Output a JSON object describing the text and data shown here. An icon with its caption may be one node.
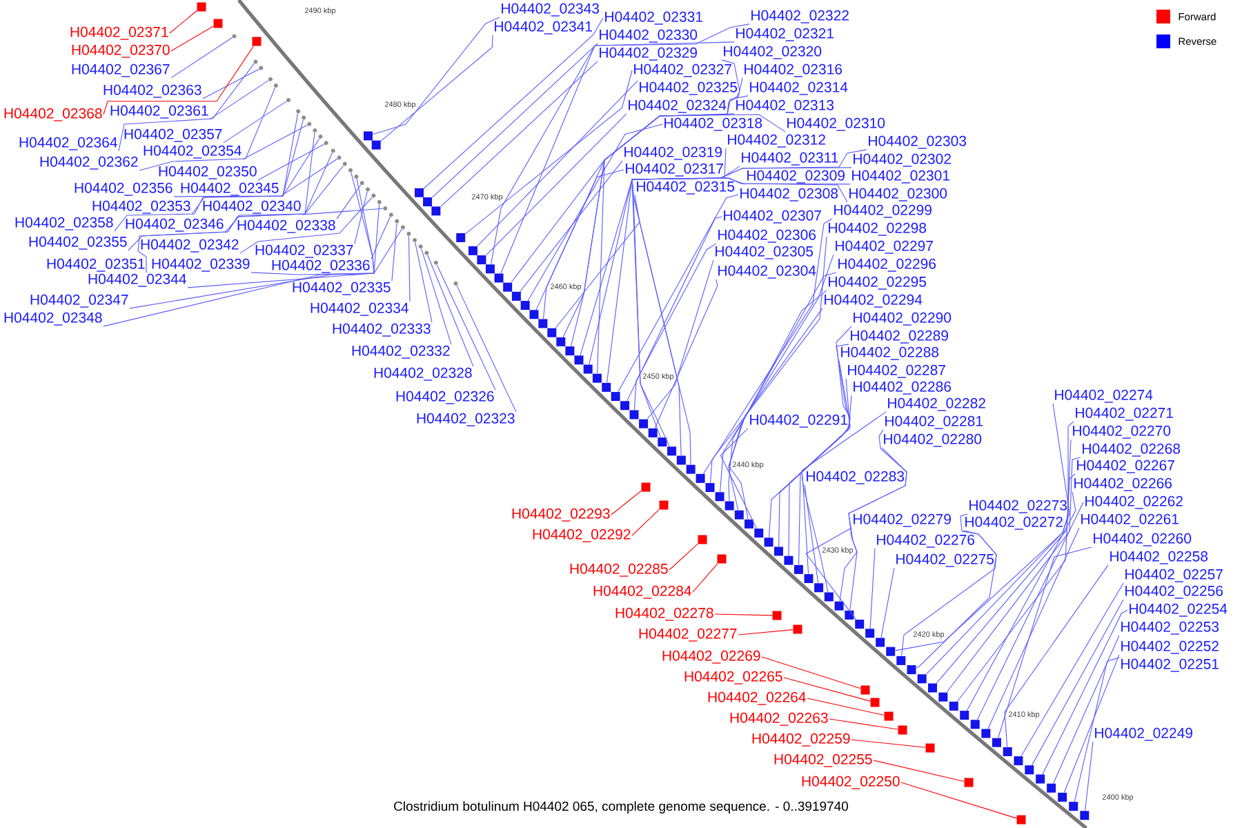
{
  "diagram": {
    "caption": "Clostridium botulinum H04402 065, complete genome sequence. - 0..3919740",
    "nodes": [
      {
        "text": [
          "H04402_02371"
        ]
      },
      {
        "text": [
          "H04402_02370"
        ]
      },
      {
        "text": [
          "H04402_02367"
        ]
      },
      {
        "text": [
          "H04402_02363"
        ]
      },
      {
        "text": [
          "H04402_02368"
        ]
      },
      {
        "text": [
          "H04402_02361"
        ]
      },
      {
        "text": [
          "H04402_02357"
        ]
      },
      {
        "text": [
          "H04402_02364"
        ]
      },
      {
        "text": [
          "H04402_02354"
        ]
      },
      {
        "text": [
          "H04402_02362"
        ]
      },
      {
        "text": [
          "H04402_02350"
        ]
      },
      {
        "text": [
          "H04402_02356"
        ]
      },
      {
        "text": [
          "H04402_02345"
        ]
      },
      {
        "text": [
          "H04402_02353"
        ]
      },
      {
        "text": [
          "H04402_02340"
        ]
      },
      {
        "text": [
          "H04402_02358"
        ]
      },
      {
        "text": [
          "H04402_02346"
        ]
      },
      {
        "text": [
          "H04402_02338"
        ]
      },
      {
        "text": [
          "H04402_02355"
        ]
      },
      {
        "text": [
          "H04402_02342"
        ]
      },
      {
        "text": [
          "H04402_02337"
        ]
      },
      {
        "text": [
          "H04402_02351"
        ]
      },
      {
        "text": [
          "H04402_02339"
        ]
      },
      {
        "text": [
          "H04402_02336"
        ]
      },
      {
        "text": [
          "H04402_02344"
        ]
      },
      {
        "text": [
          "H04402_02335"
        ]
      },
      {
        "text": [
          "H04402_02347"
        ]
      },
      {
        "text": [
          "H04402_02334"
        ]
      },
      {
        "text": [
          "H04402_02348"
        ]
      },
      {
        "text": [
          "H04402_02333"
        ]
      },
      {
        "text": [
          "H04402_02332"
        ]
      },
      {
        "text": [
          "H04402_02328"
        ]
      },
      {
        "text": [
          "H04402_02326"
        ]
      },
      {
        "text": [
          "H04402_02323"
        ]
      },
      {
        "text": [
          "H04402_02343"
        ]
      },
      {
        "text": [
          "H04402_02341"
        ]
      },
      {
        "text": [
          "H04402_02331"
        ]
      },
      {
        "text": [
          "H04402_02330"
        ]
      },
      {
        "text": [
          "H04402_02329"
        ]
      },
      {
        "text": [
          "H04402_02322"
        ]
      },
      {
        "text": [
          "H04402_02321"
        ]
      },
      {
        "text": [
          "H04402_02320"
        ]
      },
      {
        "text": [
          "H04402_02327"
        ]
      },
      {
        "text": [
          "H04402_02316"
        ]
      },
      {
        "text": [
          "H04402_02325"
        ]
      },
      {
        "text": [
          "H04402_02314"
        ]
      },
      {
        "text": [
          "H04402_02324"
        ]
      },
      {
        "text": [
          "H04402_02313"
        ]
      },
      {
        "text": [
          "H04402_02318"
        ]
      },
      {
        "text": [
          "H04402_02310"
        ]
      },
      {
        "text": [
          "H04402_02312"
        ]
      },
      {
        "text": [
          "H04402_02303"
        ]
      },
      {
        "text": [
          "H04402_02319"
        ]
      },
      {
        "text": [
          "H04402_02311"
        ]
      },
      {
        "text": [
          "H04402_02302"
        ]
      },
      {
        "text": [
          "H04402_02317"
        ]
      },
      {
        "text": [
          "H04402_02309"
        ]
      },
      {
        "text": [
          "H04402_02301"
        ]
      },
      {
        "text": [
          "H04402_02315"
        ]
      },
      {
        "text": [
          "H04402_02308"
        ]
      },
      {
        "text": [
          "H04402_02300"
        ]
      },
      {
        "text": [
          "H04402_02307"
        ]
      },
      {
        "text": [
          "H04402_02299"
        ]
      },
      {
        "text": [
          "H04402_02306"
        ]
      },
      {
        "text": [
          "H04402_02298"
        ]
      },
      {
        "text": [
          "H04402_02305"
        ]
      },
      {
        "text": [
          "H04402_02297"
        ]
      },
      {
        "text": [
          "H04402_02304"
        ]
      },
      {
        "text": [
          "H04402_02296"
        ]
      },
      {
        "text": [
          "H04402_02295"
        ]
      },
      {
        "text": [
          "H04402_02294"
        ]
      },
      {
        "text": [
          "H04402_02290"
        ]
      },
      {
        "text": [
          "H04402_02289"
        ]
      },
      {
        "text": [
          "H04402_02288"
        ]
      },
      {
        "text": [
          "H04402_02287"
        ]
      },
      {
        "text": [
          "H04402_02286"
        ]
      },
      {
        "text": [
          "H04402_02282"
        ]
      },
      {
        "text": [
          "H04402_02291"
        ]
      },
      {
        "text": [
          "H04402_02281"
        ]
      },
      {
        "text": [
          "H04402_02280"
        ]
      },
      {
        "text": [
          "H04402_02274"
        ]
      },
      {
        "text": [
          "H04402_02271"
        ]
      },
      {
        "text": [
          "H04402_02270"
        ]
      },
      {
        "text": [
          "H04402_02268"
        ]
      },
      {
        "text": [
          "H04402_02267"
        ]
      },
      {
        "text": [
          "H04402_02283"
        ]
      },
      {
        "text": [
          "H04402_02266"
        ]
      },
      {
        "text": [
          "H04402_02262"
        ]
      },
      {
        "text": [
          "H04402_02273"
        ]
      },
      {
        "text": [
          "H04402_02279"
        ]
      },
      {
        "text": [
          "H04402_02261"
        ]
      },
      {
        "text": [
          "H04402_02272"
        ]
      },
      {
        "text": [
          "H04402_02276"
        ]
      },
      {
        "text": [
          "H04402_02260"
        ]
      },
      {
        "text": [
          "H04402_02275"
        ]
      },
      {
        "text": [
          "H04402_02258"
        ]
      },
      {
        "text": [
          "H04402_02257"
        ]
      },
      {
        "text": [
          "H04402_02256"
        ]
      },
      {
        "text": [
          "H04402_02254"
        ]
      },
      {
        "text": [
          "H04402_02253"
        ]
      },
      {
        "text": [
          "H04402_02252"
        ]
      },
      {
        "text": [
          "H04402_02251"
        ]
      },
      {
        "text": [
          "H04402_02249"
        ]
      },
      {
        "text": [
          "H04402_02293"
        ]
      },
      {
        "text": [
          "H04402_02292"
        ]
      },
      {
        "text": [
          "H04402_02285"
        ]
      },
      {
        "text": [
          "H04402_02284"
        ]
      },
      {
        "text": [
          "H04402_02278"
        ]
      },
      {
        "text": [
          "H04402_02277"
        ]
      },
      {
        "text": [
          "H04402_02269"
        ]
      },
      {
        "text": [
          "H04402_02265"
        ]
      },
      {
        "text": [
          "H04402_02264"
        ]
      },
      {
        "text": [
          "H04402_02263"
        ]
      },
      {
        "text": [
          "H04402_02259"
        ]
      },
      {
        "text": [
          "H04402_02255"
        ]
      },
      {
        "text": [
          "H04402_02250"
        ]
      },
      {
        "text": [],
        "shape": "box"
      },
      {
        "text": [],
        "shape": "box"
      },
      {
        "text": [],
        "shape": "box"
      },
      {
        "text": [],
        "shape": "circle"
      },
      {
        "text": [],
        "shape": "circle"
      },
      {
        "text": [],
        "shape": "circle"
      },
      {
        "text": [],
        "shape": "circle"
      },
      {
        "text": [],
        "shape": "circle"
      },
      {
        "text": [],
        "shape": "circle"
      },
      {
        "text": [],
        "shape": "circle"
      },
      {
        "text": [],
        "shape": "circle"
      },
      {
        "text": [],
        "shape": "circle"
      },
      {
        "text": [],
        "shape": "circle"
      },
      {
        "text": [],
        "shape": "circle"
      },
      {
        "text": [],
        "shape": "circle"
      },
      {
        "text": [],
        "shape": "circle"
      },
      {
        "text": [],
        "shape": "circle"
      },
      {
        "text": [],
        "shape": "circle"
      },
      {
        "text": [],
        "shape": "circle"
      },
      {
        "text": [],
        "shape": "circle"
      },
      {
        "text": [],
        "shape": "circle"
      },
      {
        "text": [],
        "shape": "box"
      },
      {
        "text": [],
        "shape": "circle"
      },
      {
        "text": [],
        "shape": "box"
      },
      {
        "text": [],
        "shape": "circle"
      },
      {
        "text": [],
        "shape": "circle"
      },
      {
        "text": [],
        "shape": "circle"
      },
      {
        "text": [],
        "shape": "circle"
      },
      {
        "text": [],
        "shape": "circle"
      },
      {
        "text": [],
        "shape": "circle"
      },
      {
        "text": [],
        "shape": "circle"
      },
      {
        "text": [],
        "shape": "circle"
      },
      {
        "text": [],
        "shape": "circle"
      },
      {
        "text": [],
        "shape": "box"
      },
      {
        "text": [],
        "shape": "box"
      },
      {
        "text": [],
        "shape": "box"
      },
      {
        "text": [],
        "shape": "circle"
      },
      {
        "text": [],
        "shape": "box"
      },
      {
        "text": [],
        "shape": "circle"
      },
      {
        "text": [],
        "shape": "box"
      },
      {
        "text": [],
        "shape": "box"
      },
      {
        "text": [],
        "shape": "circle"
      },
      {
        "text": [],
        "shape": "box"
      },
      {
        "text": [],
        "shape": "box"
      },
      {
        "text": [],
        "shape": "box"
      },
      {
        "text": [],
        "shape": "box"
      },
      {
        "text": [],
        "shape": "box"
      },
      {
        "text": [],
        "shape": "box"
      },
      {
        "text": [],
        "shape": "box"
      },
      {
        "text": [],
        "shape": "box"
      },
      {
        "text": [],
        "shape": "box"
      },
      {
        "text": [],
        "shape": "box"
      },
      {
        "text": [],
        "shape": "box"
      },
      {
        "text": [],
        "shape": "box"
      },
      {
        "text": [],
        "shape": "box"
      },
      {
        "text": [],
        "shape": "box"
      },
      {
        "text": [],
        "shape": "box"
      },
      {
        "text": [],
        "shape": "box"
      },
      {
        "text": [],
        "shape": "box"
      },
      {
        "text": [],
        "shape": "box"
      },
      {
        "text": [],
        "shape": "box"
      },
      {
        "text": [],
        "shape": "box"
      },
      {
        "text": [],
        "shape": "box"
      },
      {
        "text": [],
        "shape": "box"
      },
      {
        "text": [],
        "shape": "box"
      },
      {
        "text": [],
        "shape": "box"
      },
      {
        "text": [],
        "shape": "box"
      },
      {
        "text": [],
        "shape": "box"
      },
      {
        "text": [],
        "shape": "box"
      },
      {
        "text": [],
        "shape": "box"
      },
      {
        "text": [],
        "shape": "box"
      },
      {
        "text": [],
        "shape": "box"
      },
      {
        "text": [],
        "shape": "box"
      },
      {
        "text": [],
        "shape": "box"
      },
      {
        "text": [],
        "shape": "box"
      },
      {
        "text": [],
        "shape": "box"
      },
      {
        "text": [],
        "shape": "box"
      },
      {
        "text": [],
        "shape": "box"
      },
      {
        "text": [],
        "shape": "box"
      },
      {
        "text": [],
        "shape": "box"
      },
      {
        "text": [],
        "shape": "box"
      },
      {
        "text": [],
        "shape": "box"
      },
      {
        "text": [],
        "shape": "box"
      },
      {
        "text": [],
        "shape": "box"
      },
      {
        "text": [],
        "shape": "box"
      },
      {
        "text": [],
        "shape": "box"
      },
      {
        "text": [],
        "shape": "box"
      },
      {
        "text": [],
        "shape": "box"
      },
      {
        "text": [],
        "shape": "box"
      },
      {
        "text": [],
        "shape": "box"
      },
      {
        "text": [],
        "shape": "box"
      },
      {
        "text": [],
        "shape": "box"
      },
      {
        "text": [],
        "shape": "box"
      },
      {
        "text": [],
        "shape": "box"
      },
      {
        "text": [],
        "shape": "box"
      },
      {
        "text": [],
        "shape": "box"
      },
      {
        "text": [],
        "shape": "box"
      },
      {
        "text": [],
        "shape": "box"
      },
      {
        "text": [],
        "shape": "box"
      },
      {
        "text": [],
        "shape": "box"
      },
      {
        "text": [],
        "shape": "box"
      },
      {
        "text": [],
        "shape": "box"
      },
      {
        "text": [],
        "shape": "box"
      },
      {
        "text": [],
        "shape": "box"
      },
      {
        "text": [],
        "shape": "box"
      },
      {
        "text": [],
        "shape": "box"
      },
      {
        "text": [],
        "shape": "box"
      },
      {
        "text": [],
        "shape": "box"
      },
      {
        "text": [],
        "shape": "box"
      },
      {
        "text": [],
        "shape": "box"
      },
      {
        "text": [],
        "shape": "box"
      },
      {
        "text": [],
        "shape": "box"
      },
      {
        "text": [],
        "shape": "box"
      },
      {
        "text": [],
        "shape": "box"
      },
      {
        "text": [],
        "shape": "box"
      },
      {
        "text": [],
        "shape": "box"
      }
    ],
    "edges": [
      {
        "from": 0,
        "to": 116,
        "arrow": "none",
        "color": "#ff0000"
      },
      {
        "from": 1,
        "to": 117,
        "arrow": "none",
        "color": "#ff0000"
      },
      {
        "from": 2,
        "to": 119,
        "arrow": "none"
      },
      {
        "from": 3,
        "to": 121,
        "arrow": "none"
      },
      {
        "from": 4,
        "to": 118,
        "arrow": "none",
        "color": "#ff0000"
      },
      {
        "from": 5,
        "to": 123,
        "arrow": "none"
      },
      {
        "from": 6,
        "to": 125,
        "arrow": "none"
      },
      {
        "from": 7,
        "to": 120,
        "arrow": "none"
      },
      {
        "from": 8,
        "to": 128,
        "arrow": "none"
      },
      {
        "from": 9,
        "to": 122,
        "arrow": "none"
      },
      {
        "from": 10,
        "to": 131,
        "arrow": "none"
      },
      {
        "from": 11,
        "to": 126,
        "arrow": "none"
      },
      {
        "from": 12,
        "to": 135,
        "arrow": "none"
      },
      {
        "from": 13,
        "to": 129,
        "arrow": "none"
      },
      {
        "from": 14,
        "to": 140,
        "arrow": "none"
      },
      {
        "from": 15,
        "to": 124,
        "arrow": "none"
      },
      {
        "from": 16,
        "to": 134,
        "arrow": "none"
      },
      {
        "from": 17,
        "to": 142,
        "arrow": "none"
      },
      {
        "from": 18,
        "to": 127,
        "arrow": "none"
      },
      {
        "from": 19,
        "to": 138,
        "arrow": "none"
      },
      {
        "from": 20,
        "to": 143,
        "arrow": "none"
      },
      {
        "from": 21,
        "to": 130,
        "arrow": "none"
      },
      {
        "from": 22,
        "to": 141,
        "arrow": "none"
      },
      {
        "from": 23,
        "to": 144,
        "arrow": "none"
      },
      {
        "from": 24,
        "to": 136,
        "arrow": "none"
      },
      {
        "from": 25,
        "to": 145,
        "arrow": "none"
      },
      {
        "from": 26,
        "to": 133,
        "arrow": "none"
      },
      {
        "from": 27,
        "to": 146,
        "arrow": "none"
      },
      {
        "from": 28,
        "to": 132,
        "arrow": "none"
      },
      {
        "from": 29,
        "to": 147,
        "arrow": "none"
      },
      {
        "from": 30,
        "to": 148,
        "arrow": "none"
      },
      {
        "from": 31,
        "to": 152,
        "arrow": "none"
      },
      {
        "from": 32,
        "to": 154,
        "arrow": "none"
      },
      {
        "from": 33,
        "to": 157,
        "arrow": "none"
      },
      {
        "from": 34,
        "to": 137,
        "arrow": "none"
      },
      {
        "from": 35,
        "to": 139,
        "arrow": "none"
      },
      {
        "from": 36,
        "to": 149,
        "arrow": "none"
      },
      {
        "from": 37,
        "to": 150,
        "arrow": "none"
      },
      {
        "from": 38,
        "to": 151,
        "arrow": "none"
      },
      {
        "from": 39,
        "to": 158,
        "arrow": "none"
      },
      {
        "from": 40,
        "to": 159,
        "arrow": "none"
      },
      {
        "from": 41,
        "to": 160,
        "arrow": "none"
      },
      {
        "from": 42,
        "to": 153,
        "arrow": "none"
      },
      {
        "from": 43,
        "to": 164,
        "arrow": "none"
      },
      {
        "from": 44,
        "to": 155,
        "arrow": "none"
      },
      {
        "from": 45,
        "to": 166,
        "arrow": "none"
      },
      {
        "from": 46,
        "to": 156,
        "arrow": "none"
      },
      {
        "from": 47,
        "to": 167,
        "arrow": "none"
      },
      {
        "from": 48,
        "to": 162,
        "arrow": "none"
      },
      {
        "from": 49,
        "to": 170,
        "arrow": "none"
      },
      {
        "from": 50,
        "to": 168,
        "arrow": "none"
      },
      {
        "from": 51,
        "to": 177,
        "arrow": "none"
      },
      {
        "from": 52,
        "to": 161,
        "arrow": "none"
      },
      {
        "from": 53,
        "to": 169,
        "arrow": "none"
      },
      {
        "from": 54,
        "to": 178,
        "arrow": "none"
      },
      {
        "from": 55,
        "to": 163,
        "arrow": "none"
      },
      {
        "from": 56,
        "to": 171,
        "arrow": "none"
      },
      {
        "from": 57,
        "to": 179,
        "arrow": "none"
      },
      {
        "from": 58,
        "to": 165,
        "arrow": "none"
      },
      {
        "from": 59,
        "to": 172,
        "arrow": "none"
      },
      {
        "from": 60,
        "to": 180,
        "arrow": "none"
      },
      {
        "from": 61,
        "to": 173,
        "arrow": "none"
      },
      {
        "from": 62,
        "to": 181,
        "arrow": "none"
      },
      {
        "from": 63,
        "to": 174,
        "arrow": "none"
      },
      {
        "from": 64,
        "to": 182,
        "arrow": "none"
      },
      {
        "from": 65,
        "to": 175,
        "arrow": "none"
      },
      {
        "from": 66,
        "to": 183,
        "arrow": "none"
      },
      {
        "from": 67,
        "to": 176,
        "arrow": "none"
      },
      {
        "from": 68,
        "to": 184,
        "arrow": "none"
      },
      {
        "from": 69,
        "to": 185,
        "arrow": "none"
      },
      {
        "from": 70,
        "to": 186,
        "arrow": "none"
      },
      {
        "from": 71,
        "to": 190,
        "arrow": "none"
      },
      {
        "from": 72,
        "to": 191,
        "arrow": "none"
      },
      {
        "from": 73,
        "to": 192,
        "arrow": "none"
      },
      {
        "from": 74,
        "to": 193,
        "arrow": "none"
      },
      {
        "from": 75,
        "to": 194,
        "arrow": "none"
      },
      {
        "from": 76,
        "to": 198,
        "arrow": "none"
      },
      {
        "from": 77,
        "to": 189,
        "arrow": "none"
      },
      {
        "from": 78,
        "to": 199,
        "arrow": "none"
      },
      {
        "from": 79,
        "to": 200,
        "arrow": "none"
      },
      {
        "from": 80,
        "to": 206,
        "arrow": "none"
      },
      {
        "from": 81,
        "to": 209,
        "arrow": "none"
      },
      {
        "from": 82,
        "to": 210,
        "arrow": "none"
      },
      {
        "from": 83,
        "to": 212,
        "arrow": "none"
      },
      {
        "from": 84,
        "to": 213,
        "arrow": "none"
      },
      {
        "from": 85,
        "to": 197,
        "arrow": "none"
      },
      {
        "from": 86,
        "to": 214,
        "arrow": "none"
      },
      {
        "from": 87,
        "to": 218,
        "arrow": "none"
      },
      {
        "from": 88,
        "to": 207,
        "arrow": "none"
      },
      {
        "from": 89,
        "to": 201,
        "arrow": "none"
      },
      {
        "from": 90,
        "to": 219,
        "arrow": "none"
      },
      {
        "from": 91,
        "to": 208,
        "arrow": "none"
      },
      {
        "from": 92,
        "to": 204,
        "arrow": "none"
      },
      {
        "from": 93,
        "to": 220,
        "arrow": "none"
      },
      {
        "from": 94,
        "to": 205,
        "arrow": "none"
      },
      {
        "from": 95,
        "to": 222,
        "arrow": "none"
      },
      {
        "from": 96,
        "to": 223,
        "arrow": "none"
      },
      {
        "from": 97,
        "to": 224,
        "arrow": "none"
      },
      {
        "from": 98,
        "to": 226,
        "arrow": "none"
      },
      {
        "from": 99,
        "to": 227,
        "arrow": "none"
      },
      {
        "from": 100,
        "to": 228,
        "arrow": "none"
      },
      {
        "from": 101,
        "to": 229,
        "arrow": "none"
      },
      {
        "from": 102,
        "to": 231,
        "arrow": "none"
      },
      {
        "from": 103,
        "to": 187,
        "arrow": "none",
        "color": "#ff0000"
      },
      {
        "from": 104,
        "to": 188,
        "arrow": "none",
        "color": "#ff0000"
      },
      {
        "from": 105,
        "to": 195,
        "arrow": "none",
        "color": "#ff0000"
      },
      {
        "from": 106,
        "to": 196,
        "arrow": "none",
        "color": "#ff0000"
      },
      {
        "from": 107,
        "to": 202,
        "arrow": "none",
        "color": "#ff0000"
      },
      {
        "from": 108,
        "to": 203,
        "arrow": "none",
        "color": "#ff0000"
      },
      {
        "from": 109,
        "to": 211,
        "arrow": "none",
        "color": "#ff0000"
      },
      {
        "from": 110,
        "to": 215,
        "arrow": "none",
        "color": "#ff0000"
      },
      {
        "from": 111,
        "to": 216,
        "arrow": "none",
        "color": "#ff0000"
      },
      {
        "from": 112,
        "to": 217,
        "arrow": "none",
        "color": "#ff0000"
      },
      {
        "from": 113,
        "to": 221,
        "arrow": "none",
        "color": "#ff0000"
      },
      {
        "from": 114,
        "to": 225,
        "arrow": "none",
        "color": "#ff0000"
      },
      {
        "from": 115,
        "to": 230,
        "arrow": "none",
        "color": "#ff0000"
      }
    ],
    "labels": [
      "2490 kbp",
      "2480 kbp",
      "2470 kbp",
      "2460 kbp",
      "2450 kbp",
      "2440 kbp",
      "2430 kbp",
      "2420 kbp",
      "2410 kbp",
      "2400 kbp"
    ],
    "legend": [
      {
        "text": "Forward",
        "color": "#ff0000"
      },
      {
        "text": "Reverse",
        "color": "#0000ff"
      }
    ]
  }
}
